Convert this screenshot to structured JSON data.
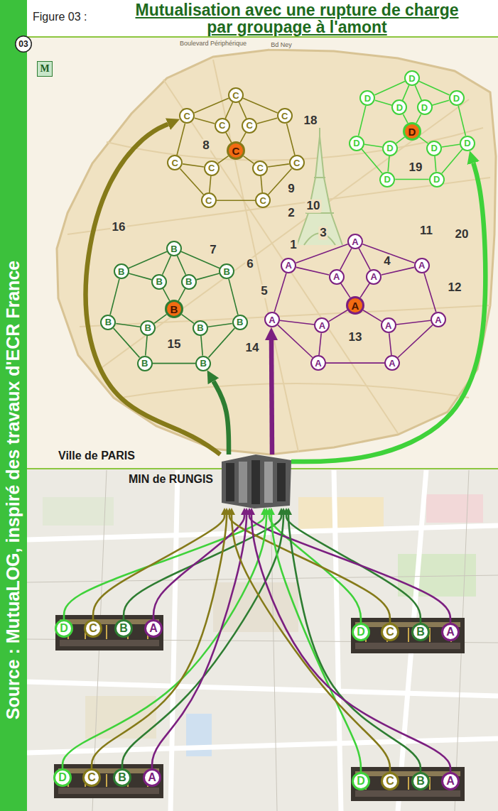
{
  "diagram": {
    "title": "Mutualisation avec une rupture de charge par groupage à l'amont",
    "nodes": [
      {
        "text": [
          "03"
        ]
      },
      {
        "text": [
          "M"
        ]
      },
      {
        "text": [
          "C"
        ]
      },
      {
        "text": [
          "C"
        ]
      },
      {
        "text": [
          "C"
        ]
      },
      {
        "text": [
          "C"
        ]
      },
      {
        "text": [
          "C"
        ]
      },
      {
        "text": [
          "C"
        ]
      },
      {
        "text": [
          "C"
        ]
      },
      {
        "text": [
          "C"
        ]
      },
      {
        "text": [
          "C"
        ]
      },
      {
        "text": [
          "C"
        ]
      },
      {
        "text": [
          "C"
        ]
      },
      {
        "text": [
          "C"
        ]
      },
      {
        "text": [
          "D"
        ]
      },
      {
        "text": [
          "D"
        ]
      },
      {
        "text": [
          "D"
        ]
      },
      {
        "text": [
          "D"
        ]
      },
      {
        "text": [
          "D"
        ]
      },
      {
        "text": [
          "D"
        ]
      },
      {
        "text": [
          "D"
        ]
      },
      {
        "text": [
          "D"
        ]
      },
      {
        "text": [
          "D"
        ]
      },
      {
        "text": [
          "D"
        ]
      },
      {
        "text": [
          "D"
        ]
      },
      {
        "text": [
          "D"
        ]
      },
      {
        "text": [
          "B"
        ]
      },
      {
        "text": [
          "B"
        ]
      },
      {
        "text": [
          "B"
        ]
      },
      {
        "text": [
          "B"
        ]
      },
      {
        "text": [
          "B"
        ]
      },
      {
        "text": [
          "B"
        ]
      },
      {
        "text": [
          "B"
        ]
      },
      {
        "text": [
          "B"
        ]
      },
      {
        "text": [
          "B"
        ]
      },
      {
        "text": [
          "B"
        ]
      },
      {
        "text": [
          "B"
        ]
      },
      {
        "text": [
          "B"
        ]
      },
      {
        "text": [
          "A"
        ]
      },
      {
        "text": [
          "A"
        ]
      },
      {
        "text": [
          "A"
        ]
      },
      {
        "text": [
          "A"
        ]
      },
      {
        "text": [
          "A"
        ]
      },
      {
        "text": [
          "A"
        ]
      },
      {
        "text": [
          "A"
        ]
      },
      {
        "text": [
          "A"
        ]
      },
      {
        "text": [
          "A"
        ]
      },
      {
        "text": [
          "A"
        ]
      },
      {
        "text": [
          "A"
        ]
      },
      {
        "text": [
          "A"
        ]
      },
      {
        "text": [
          "MIN de RUNGIS"
        ]
      },
      {
        "text": [
          "D"
        ]
      },
      {
        "text": [
          "C"
        ]
      },
      {
        "text": [
          "B"
        ]
      },
      {
        "text": [
          "A"
        ]
      },
      {
        "text": [
          "D"
        ]
      },
      {
        "text": [
          "C"
        ]
      },
      {
        "text": [
          "B"
        ]
      },
      {
        "text": [
          "A"
        ]
      },
      {
        "text": [
          "D"
        ]
      },
      {
        "text": [
          "C"
        ]
      },
      {
        "text": [
          "B"
        ]
      },
      {
        "text": [
          "A"
        ]
      },
      {
        "text": [
          "D"
        ]
      },
      {
        "text": [
          "C"
        ]
      },
      {
        "text": [
          "B"
        ]
      },
      {
        "text": [
          "A"
        ]
      }
    ],
    "edges": [
      {
        "from": 3,
        "to": 4,
        "arrow": "none"
      },
      {
        "from": 4,
        "to": 5,
        "arrow": "none"
      },
      {
        "from": 5,
        "to": 6,
        "arrow": "none"
      },
      {
        "from": 6,
        "to": 7,
        "arrow": "none"
      },
      {
        "from": 7,
        "to": 8,
        "arrow": "none"
      },
      {
        "from": 8,
        "to": 9,
        "arrow": "none"
      },
      {
        "from": 9,
        "to": 3,
        "arrow": "none"
      },
      {
        "from": 2,
        "to": 10,
        "arrow": "none"
      },
      {
        "from": 2,
        "to": 11,
        "arrow": "none"
      },
      {
        "from": 2,
        "to": 12,
        "arrow": "none"
      },
      {
        "from": 2,
        "to": 13,
        "arrow": "none"
      },
      {
        "from": 10,
        "to": 3,
        "arrow": "none"
      },
      {
        "from": 10,
        "to": 4,
        "arrow": "none"
      },
      {
        "from": 11,
        "to": 5,
        "arrow": "none"
      },
      {
        "from": 11,
        "to": 6,
        "arrow": "none"
      },
      {
        "from": 12,
        "to": 7,
        "arrow": "none"
      },
      {
        "from": 12,
        "to": 8,
        "arrow": "none"
      },
      {
        "from": 13,
        "to": 9,
        "arrow": "none"
      },
      {
        "from": 13,
        "to": 3,
        "arrow": "none"
      },
      {
        "from": 15,
        "to": 16,
        "arrow": "none"
      },
      {
        "from": 16,
        "to": 17,
        "arrow": "none"
      },
      {
        "from": 17,
        "to": 18,
        "arrow": "none"
      },
      {
        "from": 18,
        "to": 19,
        "arrow": "none"
      },
      {
        "from": 19,
        "to": 20,
        "arrow": "none"
      },
      {
        "from": 20,
        "to": 21,
        "arrow": "none"
      },
      {
        "from": 21,
        "to": 15,
        "arrow": "none"
      },
      {
        "from": 14,
        "to": 22,
        "arrow": "none"
      },
      {
        "from": 14,
        "to": 23,
        "arrow": "none"
      },
      {
        "from": 14,
        "to": 24,
        "arrow": "none"
      },
      {
        "from": 14,
        "to": 25,
        "arrow": "none"
      },
      {
        "from": 22,
        "to": 15,
        "arrow": "none"
      },
      {
        "from": 22,
        "to": 16,
        "arrow": "none"
      },
      {
        "from": 23,
        "to": 17,
        "arrow": "none"
      },
      {
        "from": 23,
        "to": 18,
        "arrow": "none"
      },
      {
        "from": 24,
        "to": 19,
        "arrow": "none"
      },
      {
        "from": 24,
        "to": 20,
        "arrow": "none"
      },
      {
        "from": 25,
        "to": 21,
        "arrow": "none"
      },
      {
        "from": 25,
        "to": 15,
        "arrow": "none"
      },
      {
        "from": 27,
        "to": 28,
        "arrow": "none"
      },
      {
        "from": 28,
        "to": 29,
        "arrow": "none"
      },
      {
        "from": 29,
        "to": 30,
        "arrow": "none"
      },
      {
        "from": 30,
        "to": 31,
        "arrow": "none"
      },
      {
        "from": 31,
        "to": 32,
        "arrow": "none"
      },
      {
        "from": 32,
        "to": 33,
        "arrow": "none"
      },
      {
        "from": 33,
        "to": 27,
        "arrow": "none"
      },
      {
        "from": 26,
        "to": 34,
        "arrow": "none"
      },
      {
        "from": 26,
        "to": 35,
        "arrow": "none"
      },
      {
        "from": 26,
        "to": 36,
        "arrow": "none"
      },
      {
        "from": 26,
        "to": 37,
        "arrow": "none"
      },
      {
        "from": 34,
        "to": 27,
        "arrow": "none"
      },
      {
        "from": 34,
        "to": 28,
        "arrow": "none"
      },
      {
        "from": 35,
        "to": 29,
        "arrow": "none"
      },
      {
        "from": 35,
        "to": 30,
        "arrow": "none"
      },
      {
        "from": 36,
        "to": 31,
        "arrow": "none"
      },
      {
        "from": 36,
        "to": 32,
        "arrow": "none"
      },
      {
        "from": 37,
        "to": 33,
        "arrow": "none"
      },
      {
        "from": 37,
        "to": 27,
        "arrow": "none"
      },
      {
        "from": 39,
        "to": 40,
        "arrow": "none"
      },
      {
        "from": 40,
        "to": 41,
        "arrow": "none"
      },
      {
        "from": 41,
        "to": 42,
        "arrow": "none"
      },
      {
        "from": 42,
        "to": 43,
        "arrow": "none"
      },
      {
        "from": 43,
        "to": 44,
        "arrow": "none"
      },
      {
        "from": 44,
        "to": 45,
        "arrow": "none"
      },
      {
        "from": 45,
        "to": 39,
        "arrow": "none"
      },
      {
        "from": 38,
        "to": 46,
        "arrow": "none"
      },
      {
        "from": 38,
        "to": 47,
        "arrow": "none"
      },
      {
        "from": 38,
        "to": 48,
        "arrow": "none"
      },
      {
        "from": 38,
        "to": 49,
        "arrow": "none"
      },
      {
        "from": 46,
        "to": 39,
        "arrow": "none"
      },
      {
        "from": 46,
        "to": 40,
        "arrow": "none"
      },
      {
        "from": 47,
        "to": 41,
        "arrow": "none"
      },
      {
        "from": 47,
        "to": 42,
        "arrow": "none"
      },
      {
        "from": 48,
        "to": 43,
        "arrow": "none"
      },
      {
        "from": 48,
        "to": 44,
        "arrow": "none"
      },
      {
        "from": 49,
        "to": 45,
        "arrow": "none"
      },
      {
        "from": 49,
        "to": 39,
        "arrow": "none"
      },
      {
        "from": 50,
        "to": 9,
        "arrow": "to"
      },
      {
        "from": 50,
        "to": 17,
        "arrow": "to"
      },
      {
        "from": 50,
        "to": 30,
        "arrow": "to"
      },
      {
        "from": 50,
        "to": 44,
        "arrow": "to"
      },
      {
        "from": 51,
        "to": 50,
        "arrow": "to"
      },
      {
        "from": 52,
        "to": 50,
        "arrow": "to"
      },
      {
        "from": 53,
        "to": 50,
        "arrow": "to"
      },
      {
        "from": 54,
        "to": 50,
        "arrow": "to"
      },
      {
        "from": 55,
        "to": 50,
        "arrow": "to"
      },
      {
        "from": 56,
        "to": 50,
        "arrow": "to"
      },
      {
        "from": 57,
        "to": 50,
        "arrow": "to"
      },
      {
        "from": 58,
        "to": 50,
        "arrow": "to"
      },
      {
        "from": 59,
        "to": 50,
        "arrow": "to"
      },
      {
        "from": 60,
        "to": 50,
        "arrow": "to"
      },
      {
        "from": 61,
        "to": 50,
        "arrow": "to"
      },
      {
        "from": 62,
        "to": 50,
        "arrow": "to"
      },
      {
        "from": 63,
        "to": 50,
        "arrow": "to"
      },
      {
        "from": 64,
        "to": 50,
        "arrow": "to"
      },
      {
        "from": 65,
        "to": 50,
        "arrow": "to"
      },
      {
        "from": 66,
        "to": 50,
        "arrow": "to"
      }
    ],
    "labels": [
      "Figure 03 :",
      "Source : MutuaLOG, inspiré des travaux d'ECR France",
      "Boulevard Périphérique",
      "Bd Ney",
      "18",
      "8",
      "19",
      "9",
      "10",
      "2",
      "16",
      "20",
      "11",
      "3",
      "1",
      "7",
      "4",
      "6",
      "5",
      "12",
      "13",
      "15",
      "14",
      "Ville de PARIS"
    ]
  }
}
